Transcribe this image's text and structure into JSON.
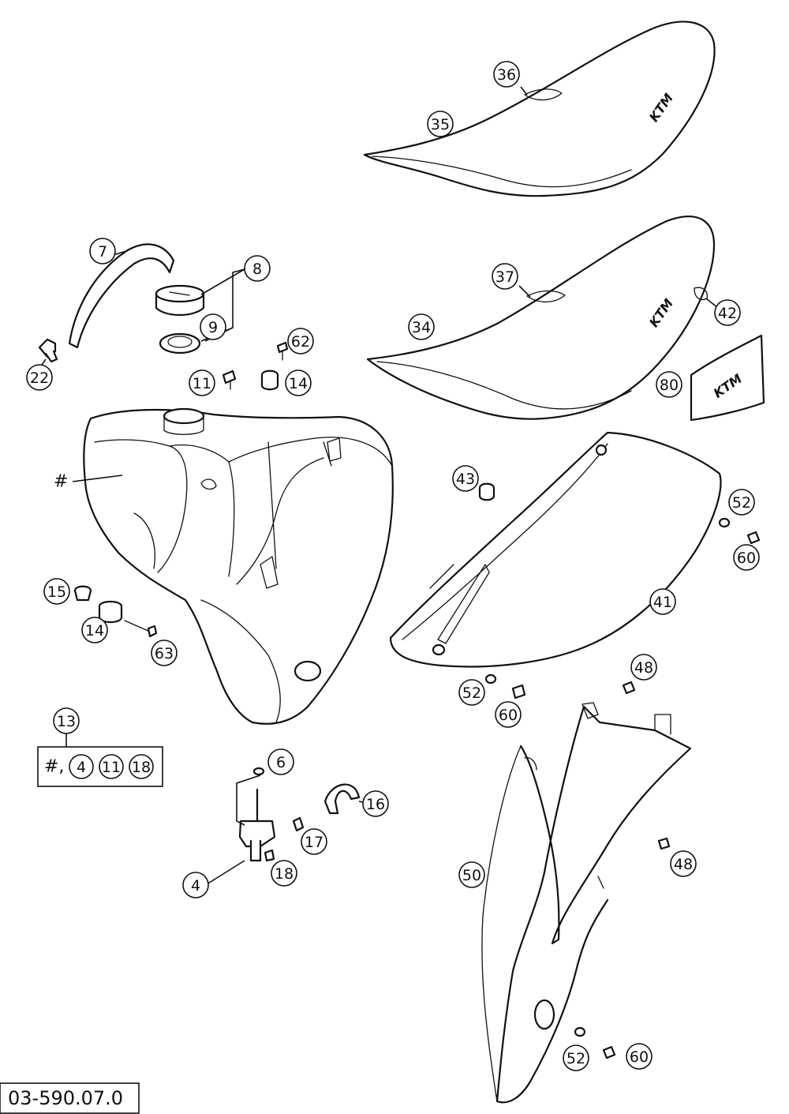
{
  "callouts": {
    "c34": "34",
    "c35": "35",
    "c36": "36",
    "c37": "37",
    "c42": "42",
    "c80": "80",
    "c7": "7",
    "c8": "8",
    "c9": "9",
    "c22": "22",
    "c62": "62",
    "c11": "11",
    "c14a": "14",
    "c43": "43",
    "c52a": "52",
    "c60a": "60",
    "c41": "41",
    "c15": "15",
    "c14b": "14",
    "c63": "63",
    "c52b": "52",
    "c60b": "60",
    "c48a": "48",
    "c13": "13",
    "c6": "6",
    "c16": "16",
    "c17": "17",
    "c4": "4",
    "c18": "18",
    "c50": "50",
    "c48b": "48",
    "c52c": "52",
    "c60c": "60"
  },
  "tank_marker": "#",
  "kit": {
    "prefix": "#,",
    "items": [
      "4",
      "11",
      "18"
    ]
  },
  "logo": "KTM",
  "reference_number": "03-590.07.0"
}
